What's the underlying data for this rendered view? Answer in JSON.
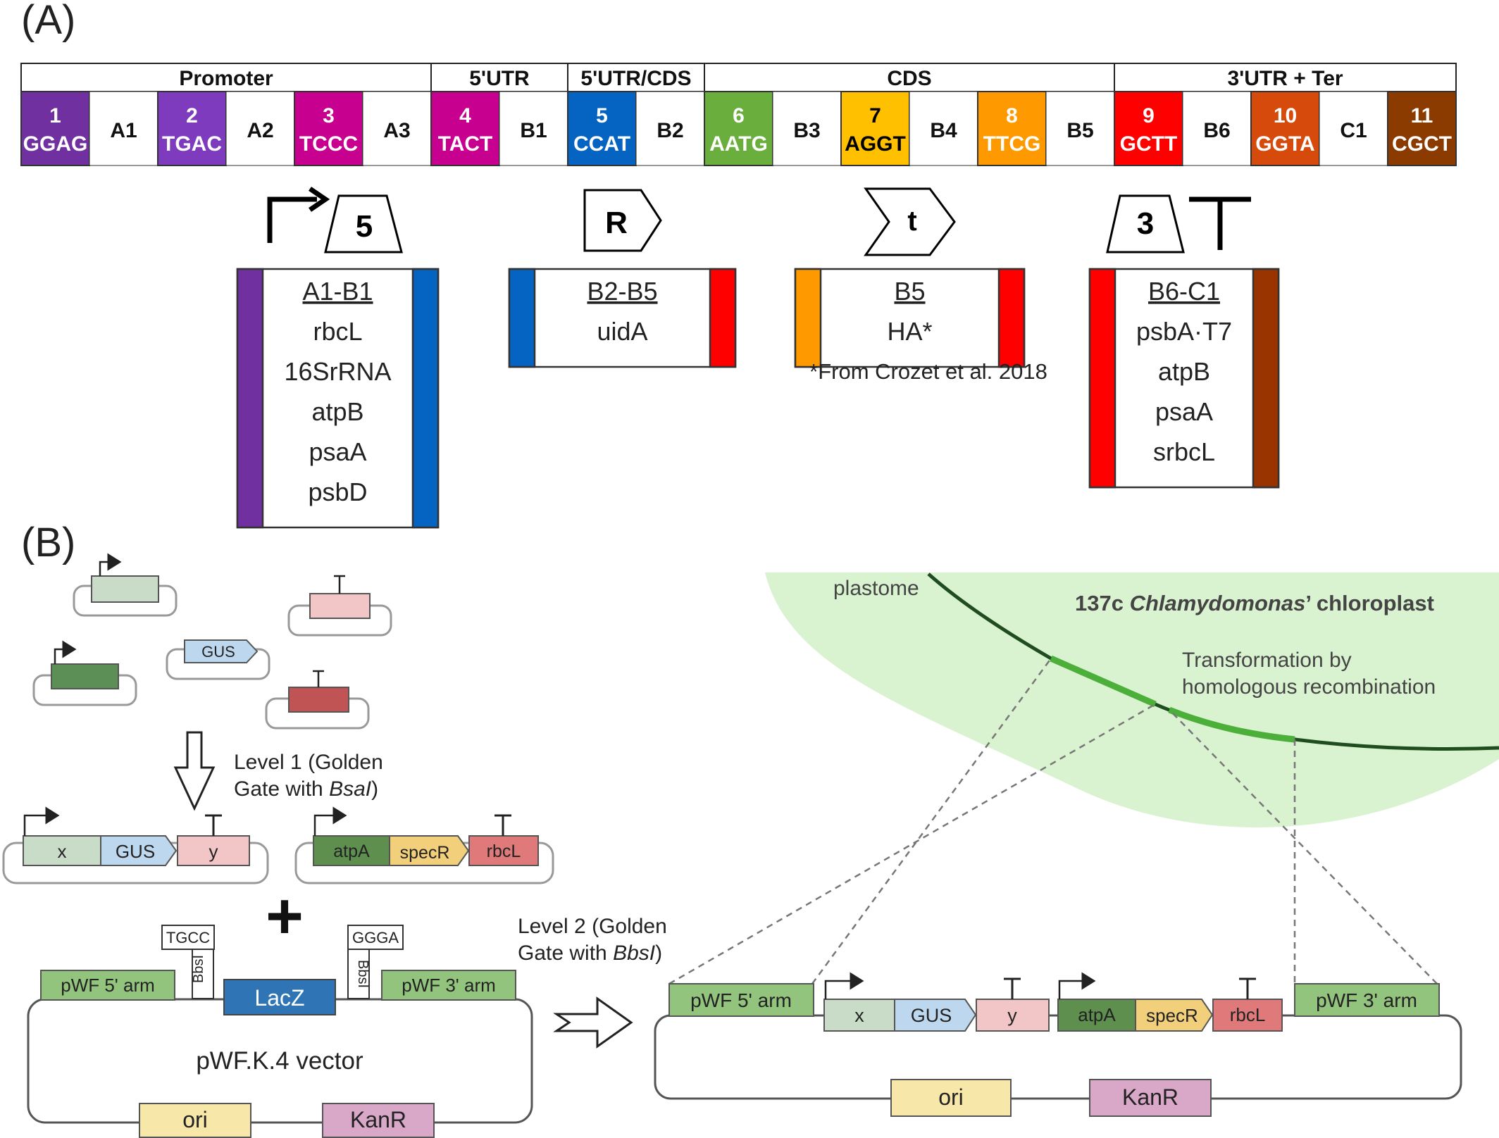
{
  "panel_a": {
    "label": "(A)",
    "regions": [
      {
        "name": "Promoter",
        "from": 0,
        "to": 6
      },
      {
        "name": "5'UTR",
        "from": 6,
        "to": 8
      },
      {
        "name": "5'UTR/CDS",
        "from": 8,
        "to": 10
      },
      {
        "name": "CDS",
        "from": 10,
        "to": 16
      },
      {
        "name": "3'UTR + Ter",
        "from": 16,
        "to": 21
      }
    ],
    "cells": [
      {
        "n": "1",
        "seq": "GGAG",
        "color": "#7030a0"
      },
      {
        "label": "A1"
      },
      {
        "n": "2",
        "seq": "TGAC",
        "color": "#7e3bbd"
      },
      {
        "label": "A2"
      },
      {
        "n": "3",
        "seq": "TCCC",
        "color": "#c8008f"
      },
      {
        "label": "A3"
      },
      {
        "n": "4",
        "seq": "TACT",
        "color": "#c8008f"
      },
      {
        "label": "B1"
      },
      {
        "n": "5",
        "seq": "CCAT",
        "color": "#0563c1"
      },
      {
        "label": "B2"
      },
      {
        "n": "6",
        "seq": "AATG",
        "color": "#6aaf3d"
      },
      {
        "label": "B3"
      },
      {
        "n": "7",
        "seq": "AGGT",
        "color": "#ffc000",
        "text_color": "#000000"
      },
      {
        "label": "B4"
      },
      {
        "n": "8",
        "seq": "TTCG",
        "color": "#ff9900"
      },
      {
        "label": "B5"
      },
      {
        "n": "9",
        "seq": "GCTT",
        "color": "#ff0000"
      },
      {
        "label": "B6"
      },
      {
        "n": "10",
        "seq": "GGTA",
        "color": "#d64b0c"
      },
      {
        "label": "C1"
      },
      {
        "n": "11",
        "seq": "CGCT",
        "color": "#8b3a00"
      }
    ],
    "glyph_labels": {
      "promoter": "5",
      "rbs": "R",
      "tag": "t",
      "terminator": "3"
    },
    "parts": [
      {
        "title": "A1-B1",
        "items": [
          "rbcL",
          "16SrRNA",
          "atpB",
          "psaA",
          "psbD"
        ],
        "left_color": "#7030a0",
        "right_color": "#0563c1"
      },
      {
        "title": "B2-B5",
        "items": [
          "uidA"
        ],
        "left_color": "#0563c1",
        "right_color": "#ff0000"
      },
      {
        "title": "B5",
        "items": [
          "HA*"
        ],
        "left_color": "#ff9900",
        "right_color": "#ff0000"
      },
      {
        "title": "B6-C1",
        "items": [
          "psbA·T7",
          "atpB",
          "psaA",
          "srbcL"
        ],
        "left_color": "#ff0000",
        "right_color": "#993300"
      }
    ],
    "footnote": "*From Crozet et al. 2018"
  },
  "panel_b": {
    "label": "(B)",
    "level1_label_line1": "Level 1 (Golden",
    "level1_label_line2_pre": "Gate with ",
    "level1_label_line2_enzyme": "BsaI",
    "level1_label_line2_post": ")",
    "level2_label_line1": "Level 2 (Golden",
    "level2_label_line2_pre": "Gate with ",
    "level2_label_line2_enzyme": "BbsI",
    "level2_label_line2_post": ")",
    "mini_gus": "GUS",
    "tu1": [
      "x",
      "GUS",
      "y"
    ],
    "tu2": [
      "atpA",
      "specR",
      "rbcL"
    ],
    "plus": "+",
    "vector": {
      "name": "pWF.K.4 vector",
      "arm5": "pWF 5' arm",
      "arm3": "pWF 3' arm",
      "lacz": "LacZ",
      "site_left": "TGCC",
      "site_right": "GGGA",
      "enzyme": "BbsI",
      "ori": "ori",
      "kanr": "KanR"
    },
    "final": {
      "arm5": "pWF 5' arm",
      "arm3": "pWF 3' arm",
      "parts": [
        "x",
        "GUS",
        "y",
        "atpA",
        "specR",
        "rbcL"
      ],
      "ori": "ori",
      "kanr": "KanR"
    },
    "chloroplast": {
      "plastome": "plastome",
      "title_pre": "137c ",
      "title_italic": "Chlamydomonas",
      "title_post": "’ chloroplast",
      "transform_line1": "Transformation by",
      "transform_line2": "homologous recombination"
    }
  },
  "colors": {
    "light_green": "#c8dcc8",
    "dark_green": "#5b8f55",
    "light_pink": "#f2c6c6",
    "dark_red": "#c05454",
    "gus_blue": "#bdd7ee",
    "atpa_green": "#5e8f4f",
    "specr_yellow": "#f2cf7a",
    "rbcl_red": "#e07a7a",
    "arm_green": "#93c47d",
    "lacz_blue": "#2f75b5",
    "ori_yellow": "#f7e7a9",
    "kanr_pink": "#d9a7c7",
    "chloroplast_fill": "#d9f2d0",
    "plastome_dark": "#1f4d1f",
    "plastome_light": "#4caf3a"
  }
}
